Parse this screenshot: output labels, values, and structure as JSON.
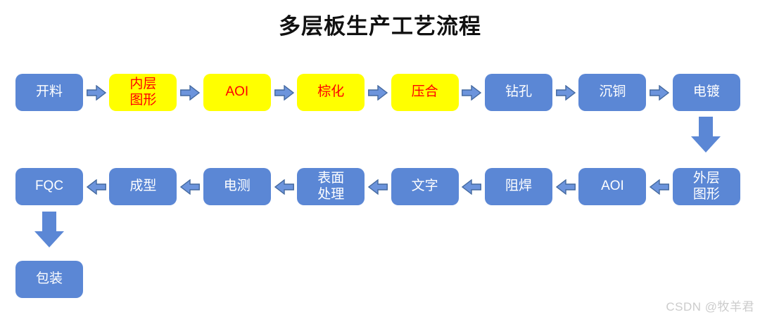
{
  "title": "多层板生产工艺流程",
  "watermark": "CSDN @牧羊君",
  "colors": {
    "node_blue_fill": "#5b87d5",
    "node_yellow_fill": "#ffff00",
    "node_blue_text": "#ffffff",
    "node_yellow_text": "#fe0000",
    "arrow_fill": "#6c94dc",
    "arrow_stroke": "#44699f",
    "title_text": "#111111",
    "watermark_text": "#cccccc"
  },
  "flow": {
    "row1": [
      {
        "label": "开料",
        "style": "blue"
      },
      {
        "label": "内层\n图形",
        "style": "yellow"
      },
      {
        "label": "AOI",
        "style": "yellow"
      },
      {
        "label": "棕化",
        "style": "yellow"
      },
      {
        "label": "压合",
        "style": "yellow"
      },
      {
        "label": "钻孔",
        "style": "blue"
      },
      {
        "label": "沉铜",
        "style": "blue"
      },
      {
        "label": "电镀",
        "style": "blue"
      }
    ],
    "row2": [
      {
        "label": "FQC",
        "style": "blue"
      },
      {
        "label": "成型",
        "style": "blue"
      },
      {
        "label": "电测",
        "style": "blue"
      },
      {
        "label": "表面\n处理",
        "style": "blue"
      },
      {
        "label": "文字",
        "style": "blue"
      },
      {
        "label": "阻焊",
        "style": "blue"
      },
      {
        "label": "AOI",
        "style": "blue"
      },
      {
        "label": "外层\n图形",
        "style": "blue"
      }
    ],
    "row3": [
      {
        "label": "包装",
        "style": "blue"
      }
    ],
    "sequence_note": "row1 flows left-to-right, down to row2 which flows right-to-left, down to 包装"
  }
}
